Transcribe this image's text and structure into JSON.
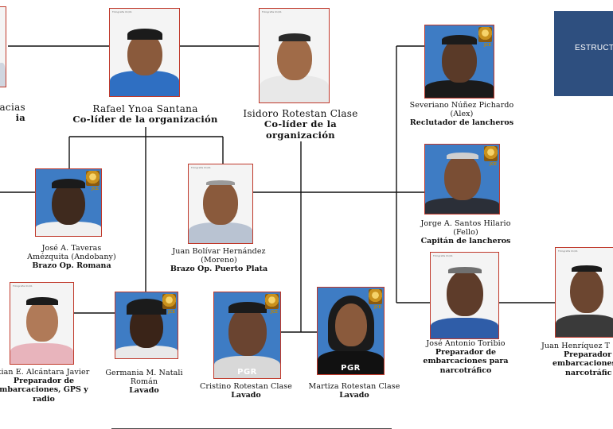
{
  "title_box": {
    "text": "ESTRUCT"
  },
  "photo_tag": "Fotografia 01/01",
  "badge": {
    "text": "JCE"
  },
  "members": [
    {
      "id": "left-top",
      "name": "acias",
      "role": "ia"
    },
    {
      "id": "ynoa",
      "name": "Rafael Ynoa Santana",
      "role": "Co-líder de la organización"
    },
    {
      "id": "isidoro",
      "name": "Isidoro Rotestan Clase",
      "role": "Co-líder de la organización"
    },
    {
      "id": "severiano",
      "name": "Severiano Núñez Pichardo",
      "alias": "(Alex)",
      "role": "Reclutador de lancheros"
    },
    {
      "id": "taveras",
      "name": "José A. Taveras",
      "name2": "Amézquita (Andobany)",
      "role": "Brazo Op. Romana"
    },
    {
      "id": "juan-bolivar",
      "name": "Juan Bolívar Hernández",
      "alias": "(Moreno)",
      "role": "Brazo Op. Puerto Plata"
    },
    {
      "id": "jorge",
      "name": "Jorge A. Santos Hilario",
      "alias": "(Fello)",
      "role": "Capitán de lancheros"
    },
    {
      "id": "alcantara",
      "name": "tian E. Alcántara Javier",
      "role": "Preparador de",
      "role2": "mbarcaciones, GPS y",
      "role3": "radio"
    },
    {
      "id": "germania",
      "name": "Germania M. Natali",
      "name2": "Román",
      "role": "Lavado"
    },
    {
      "id": "cristino",
      "name": "Cristino Rotestan Clase",
      "role": "Lavado",
      "mark": "PGR"
    },
    {
      "id": "martiza",
      "name": "Martiza Rotestan Clase",
      "role": "Lavado",
      "mark": "PGR"
    },
    {
      "id": "toribio",
      "name": "José Antonio Toribio",
      "role": "Preparador de",
      "role2": "embarcaciones para",
      "role3": "narcotráfico"
    },
    {
      "id": "henriquez",
      "name": "Juan Henríquez T",
      "role": "Preparador d",
      "role2": "embarcaciones",
      "role3": "narcotráfic"
    }
  ]
}
